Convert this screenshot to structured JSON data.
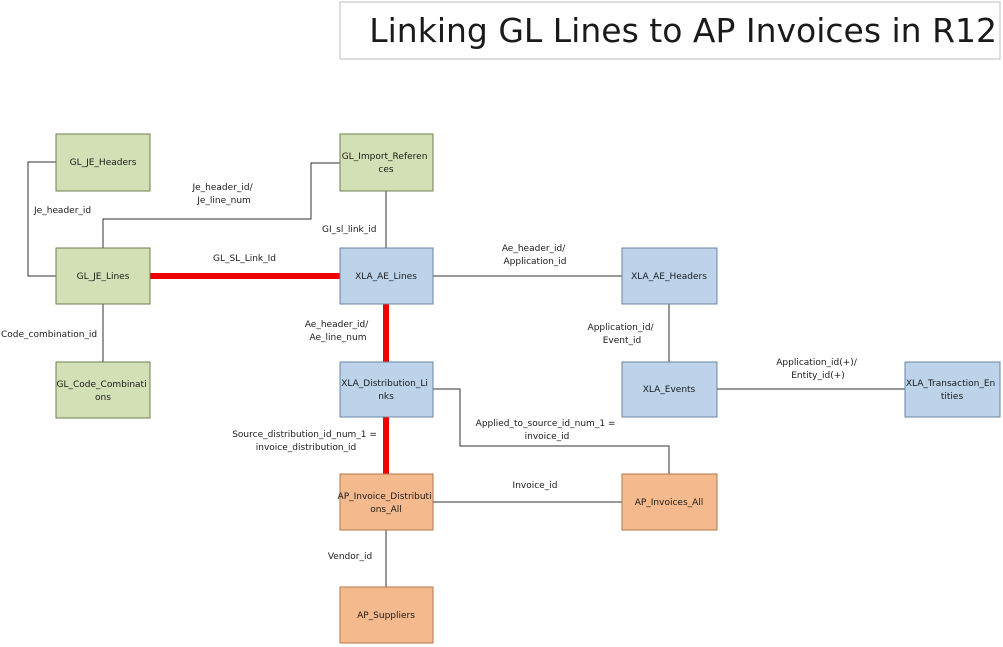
{
  "title": "Linking GL Lines to AP Invoices in R12",
  "colors": {
    "green_table": "#d3dfb4",
    "blue_table": "#bcd3ea",
    "orange_table": "#f4b98c",
    "highlight_path": "#ee0000"
  },
  "nodes": {
    "gl_je_headers": {
      "lines": [
        "GL_JE_Headers"
      ]
    },
    "gl_je_lines": {
      "lines": [
        "GL_JE_Lines"
      ]
    },
    "gl_code_combinations": {
      "lines": [
        "GL_Code_Combinati",
        "ons"
      ]
    },
    "gl_import_references": {
      "lines": [
        "GL_Import_Referen",
        "ces"
      ]
    },
    "xla_ae_lines": {
      "lines": [
        "XLA_AE_Lines"
      ]
    },
    "xla_ae_headers": {
      "lines": [
        "XLA_AE_Headers"
      ]
    },
    "xla_distribution_links": {
      "lines": [
        "XLA_Distribution_Li",
        "nks"
      ]
    },
    "xla_events": {
      "lines": [
        "XLA_Events"
      ]
    },
    "xla_transaction_entities": {
      "lines": [
        "XLA_Transaction_En",
        "tities"
      ]
    },
    "ap_invoice_distributions_all": {
      "lines": [
        "AP_Invoice_Distributi",
        "ons_All"
      ]
    },
    "ap_invoices_all": {
      "lines": [
        "AP_Invoices_All"
      ]
    },
    "ap_suppliers": {
      "lines": [
        "AP_Suppliers"
      ]
    }
  },
  "edges": {
    "headers_lines": {
      "lines": [
        "Je_header_id"
      ]
    },
    "lines_import": {
      "lines": [
        "Je_header_id/",
        "Je_line_num"
      ]
    },
    "import_xla_lines": {
      "lines": [
        "GI_sl_link_id"
      ]
    },
    "lines_xla_lines": {
      "lines": [
        "GL_SL_Link_Id"
      ]
    },
    "lines_code_comb": {
      "lines": [
        "Code_combination_id"
      ]
    },
    "xla_lines_headers": {
      "lines": [
        "Ae_header_id/",
        "Application_id"
      ]
    },
    "xla_lines_dist_links": {
      "lines": [
        "Ae_header_id/",
        "Ae_line_num"
      ]
    },
    "headers_events": {
      "lines": [
        "Application_id/",
        "Event_id"
      ]
    },
    "events_entities": {
      "lines": [
        "Application_id(+)/",
        "Entity_id(+)"
      ]
    },
    "dist_links_ap_dist": {
      "lines": [
        "Source_distribution_id_num_1 =",
        "invoice_distribution_id"
      ]
    },
    "dist_links_ap_invoices": {
      "lines": [
        "Applied_to_source_id_num_1 =",
        "invoice_id"
      ]
    },
    "ap_dist_ap_invoices": {
      "lines": [
        "Invoice_id"
      ]
    },
    "ap_dist_suppliers": {
      "lines": [
        "Vendor_id"
      ]
    }
  }
}
